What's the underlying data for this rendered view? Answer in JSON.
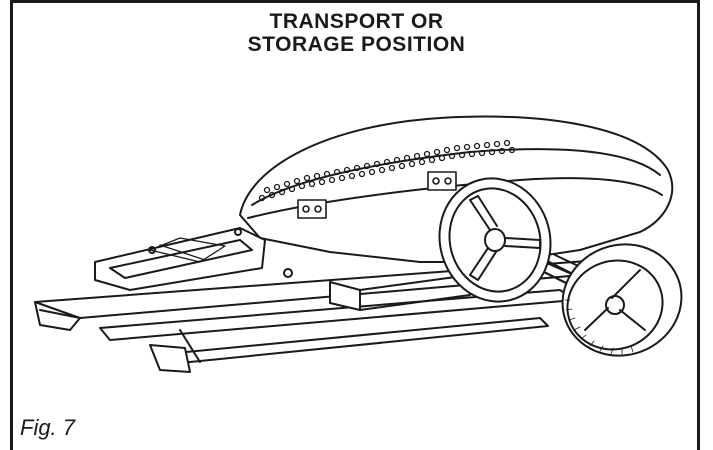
{
  "title": {
    "line1": "TRANSPORT OR",
    "line2": "STORAGE POSITION"
  },
  "figure_label": "Fig. 7",
  "colors": {
    "ink": "#1a1a1a",
    "paper": "#ffffff",
    "shade": "#d9d9d9"
  }
}
